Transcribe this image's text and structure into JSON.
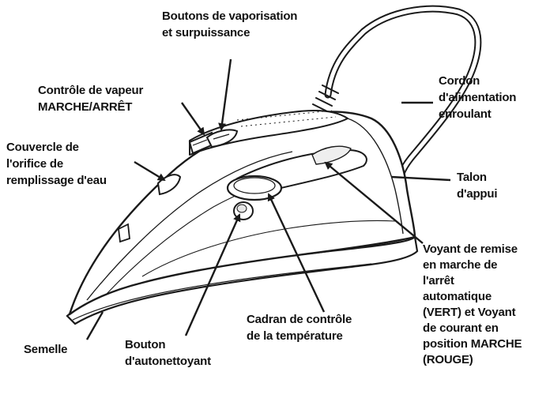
{
  "labels": {
    "vaporisation": [
      "Boutons de vaporisation",
      "et surpuissance"
    ],
    "vapeur": [
      "Contrôle de vapeur",
      "MARCHE/ARRÊT"
    ],
    "couvercle": [
      "Couvercle de",
      "l'orifice de",
      "remplissage d'eau"
    ],
    "cordon": [
      "Cordon",
      "d'alimentation",
      "enroulant"
    ],
    "talon": [
      "Talon",
      "d'appui"
    ],
    "voyant": [
      "Voyant de remise",
      "en marche de",
      "l'arrêt",
      "automatique",
      "(VERT) et Voyant",
      "de courant en",
      "position MARCHE",
      "(ROUGE)"
    ],
    "cadran": [
      "Cadran de contrôle",
      "de la température"
    ],
    "bouton": [
      "Bouton",
      "d'autonettoyant"
    ],
    "semelle": [
      "Semelle"
    ]
  },
  "colors": {
    "line": "#1a1a1a",
    "fill": "#ffffff",
    "shade": "#e6e6e6"
  }
}
